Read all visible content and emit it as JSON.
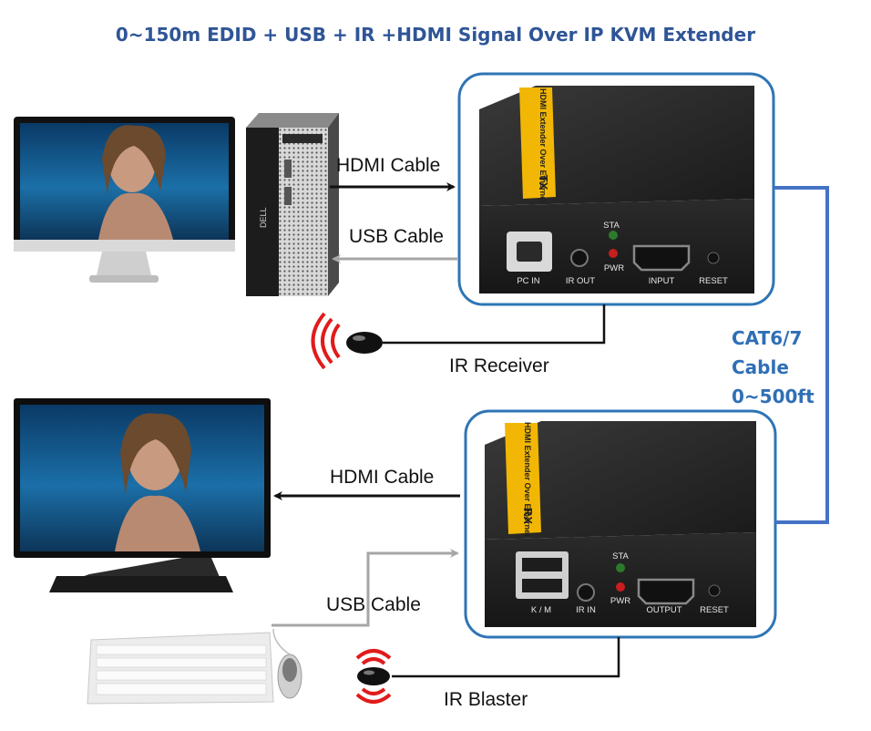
{
  "title": "0~150m EDID + USB + IR +HDMI Signal Over IP KVM Extender",
  "labels": {
    "hdmi_top": "HDMI Cable",
    "usb_top": "USB Cable",
    "ir_receiver": "IR Receiver",
    "hdmi_bottom": "HDMI Cable",
    "usb_bottom": "USB Cable",
    "ir_blaster": "IR Blaster",
    "cat_line1": "CAT6/7",
    "cat_line2": "Cable",
    "cat_line3": "0~500ft"
  },
  "tx": {
    "device_text": "HDMI Extender Over Ethernet",
    "badge": "TX",
    "sta": "STA",
    "pwr": "PWR",
    "pc_in": "PC IN",
    "ir_out": "IR OUT",
    "input": "INPUT",
    "reset": "RESET"
  },
  "rx": {
    "device_text": "HDMI Extender Over Ethernet",
    "badge": "RX",
    "sta": "STA",
    "pwr": "PWR",
    "km": "K / M",
    "ir_in": "IR IN",
    "output": "OUTPUT",
    "reset": "RESET"
  },
  "pc_brand": "DELL",
  "colors": {
    "title": "#2f5597",
    "cat_text": "#2f6fb5",
    "cat_line": "#4472c4",
    "frame": "#2e75b6",
    "usb_arrow": "#a6a6a6",
    "ir_red": "#e11b1b",
    "device_badge": "#f2b705"
  }
}
